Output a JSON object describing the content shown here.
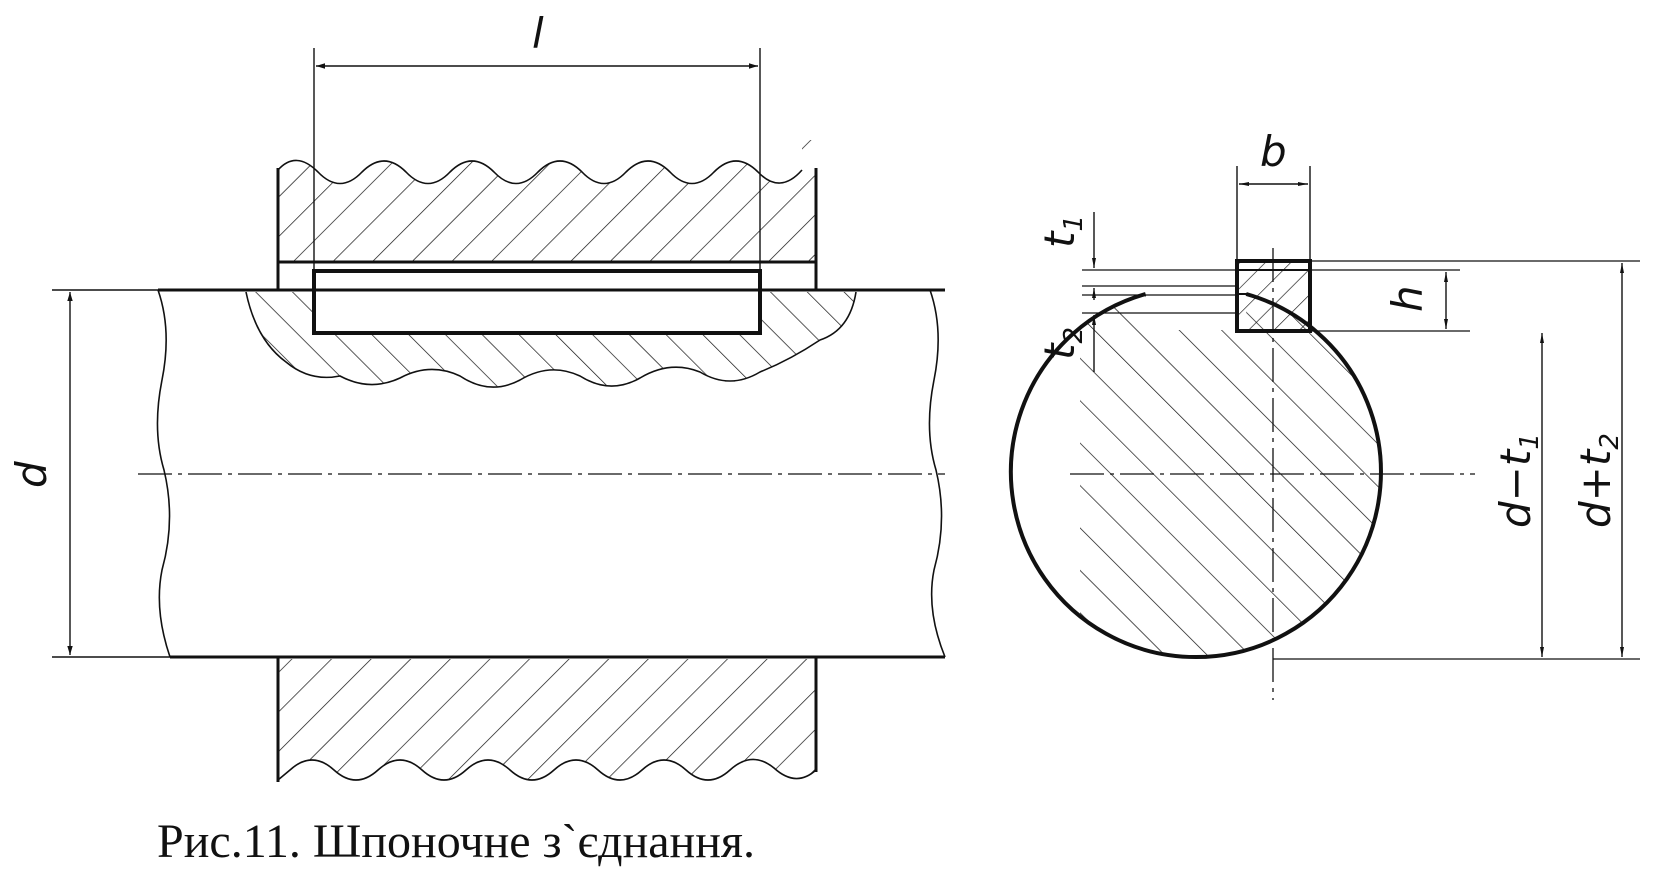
{
  "figure": {
    "caption": "Рис.11. Шпоночне з`єднання.",
    "labels": {
      "length": "l",
      "diameter": "d",
      "key_width": "b",
      "key_height": "h",
      "t1_main": "t",
      "t1_sub": "1",
      "t2_main": "t",
      "t2_sub": "2",
      "d_minus_t1_main": "d−t",
      "d_minus_t1_sub": "1",
      "d_plus_t2_main": "d+t",
      "d_plus_t2_sub": "2"
    }
  },
  "colors": {
    "ink": "#111111",
    "paper": "#ffffff"
  }
}
